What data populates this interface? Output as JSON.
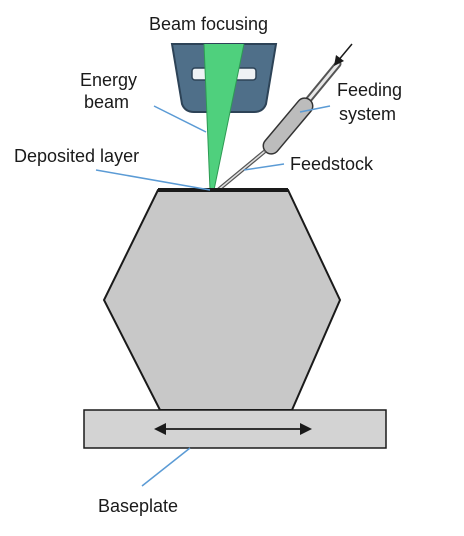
{
  "labels": {
    "beam_focusing": "Beam focusing",
    "energy_beam_line1": "Energy",
    "energy_beam_line2": "beam",
    "feeding_system_line1": "Feeding",
    "feeding_system_line2": "system",
    "deposited_layer": "Deposited layer",
    "feedstock": "Feedstock",
    "baseplate": "Baseplate"
  },
  "colors": {
    "nozzle_fill": "#4f6f89",
    "nozzle_stroke": "#2d4357",
    "beam_fill": "#4fd07d",
    "part_fill": "#c8c8c8",
    "baseplate_fill": "#d3d3d3",
    "leader_line": "#5b9bd5",
    "outline": "#1a1a1a"
  }
}
